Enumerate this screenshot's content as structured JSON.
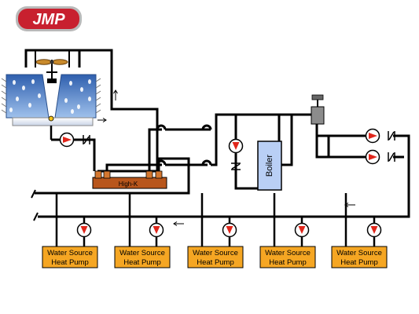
{
  "logo": {
    "text": "JMP",
    "bg_color": "#c8202f",
    "border_color": "#9a9a9a"
  },
  "labels": {
    "exchanger": "High-K",
    "boiler": "Boiler"
  },
  "heat_pumps": [
    {
      "line1": "Water Source",
      "line2": "Heat Pump"
    },
    {
      "line1": "Water Source",
      "line2": "Heat Pump"
    },
    {
      "line1": "Water Source",
      "line2": "Heat Pump"
    },
    {
      "line1": "Water Source",
      "line2": "Heat Pump"
    },
    {
      "line1": "Water Source",
      "line2": "Heat Pump"
    }
  ],
  "colors": {
    "pipe": "#000000",
    "heat_pump_fill": "#f5a623",
    "exchanger_fill": "#b8561c",
    "boiler_fill": "#b9cff5",
    "pump_red": "#e0261b",
    "tower_blue": "#4a7fc8",
    "basin": "#dfe6f2",
    "flow_arrow": "#000000"
  },
  "icons": [
    "fan-icon",
    "pump-icon",
    "check-valve-icon",
    "expansion-tank-icon",
    "flow-arrow-icon",
    "water-drop-icon"
  ]
}
